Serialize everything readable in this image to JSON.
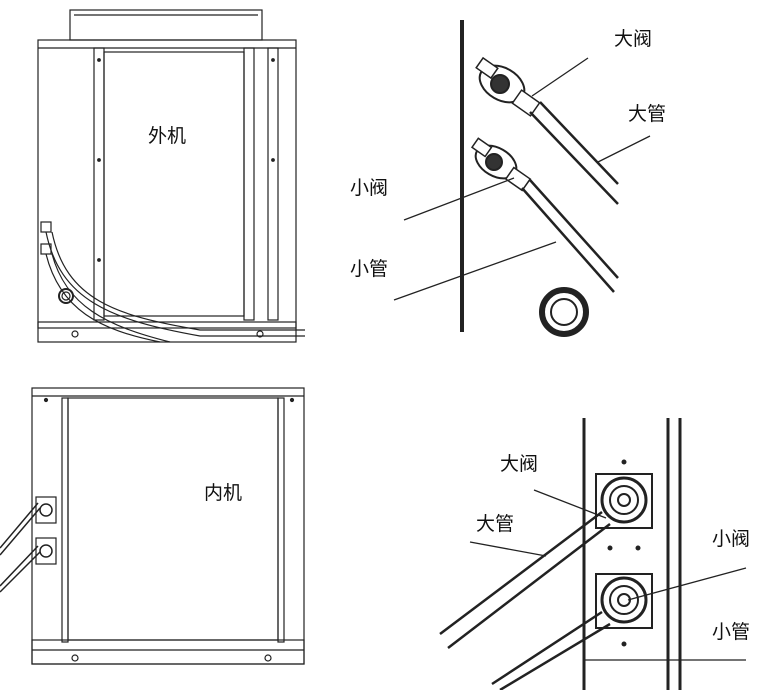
{
  "panels": {
    "outdoor_unit": {
      "label": "外机"
    },
    "outdoor_detail": {
      "big_valve": "大阀",
      "big_pipe": "大管",
      "small_valve": "小阀",
      "small_pipe": "小管"
    },
    "indoor_unit": {
      "label": "内机"
    },
    "indoor_detail": {
      "big_valve": "大阀",
      "big_pipe": "大管",
      "small_valve": "小阀",
      "small_pipe": "小管"
    }
  }
}
